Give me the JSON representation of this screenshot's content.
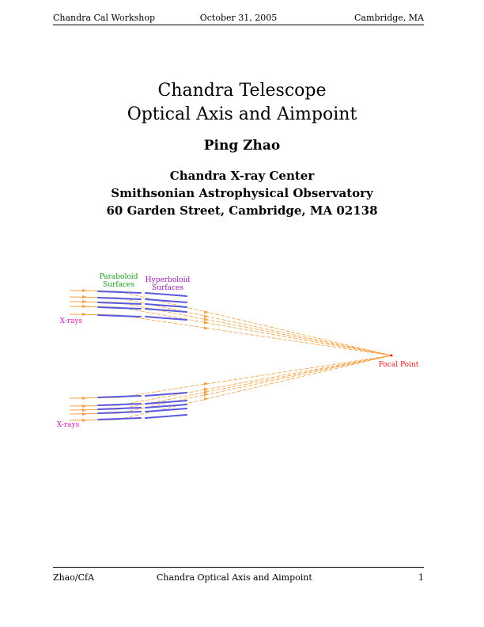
{
  "header": {
    "left": "Chandra Cal Workshop",
    "center": "October 31, 2005",
    "right": "Cambridge, MA"
  },
  "title": {
    "line1": "Chandra Telescope",
    "line2": "Optical Axis and Aimpoint"
  },
  "author": "Ping Zhao",
  "affiliation": {
    "line1": "Chandra X-ray Center",
    "line2": "Smithsonian Astrophysical Observatory",
    "line3": "60 Garden Street, Cambridge, MA 02138"
  },
  "diagram": {
    "paraboloid_label_1": "Paraboloid",
    "paraboloid_label_2": "Surfaces",
    "hyperboloid_label_1": "Hyperboloid",
    "hyperboloid_label_2": "Surfaces",
    "xrays_top": "X-rays",
    "xrays_bottom": "X-rays",
    "focal_point": "Focal Point",
    "colors": {
      "ray": "#f5a040",
      "mirror": "#5a5ae0",
      "mirror_dark": "#3030a0",
      "paraboloid_text": "#1a9a1a",
      "hyperboloid_text": "#9a1ab0",
      "xrays_text": "#d81ab8",
      "focal_text": "#e01a1a"
    }
  },
  "footer": {
    "left": "Zhao/CfA",
    "center": "Chandra Optical Axis and Aimpoint",
    "page": "1"
  }
}
